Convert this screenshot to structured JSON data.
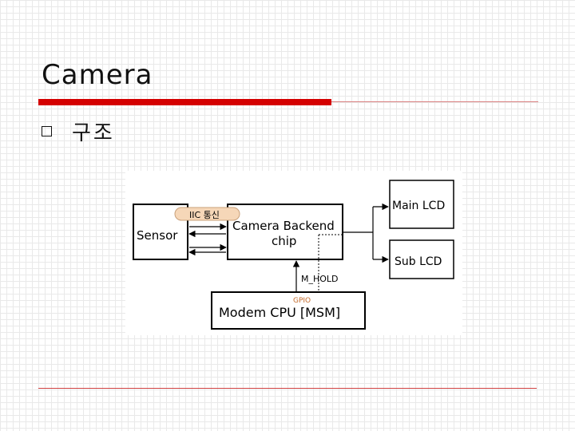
{
  "slide": {
    "title": "Camera",
    "bullet": "구조"
  },
  "diagram": {
    "blocks": {
      "sensor": "Sensor",
      "backend_line1": "Camera Backend",
      "backend_line2": "chip",
      "main_lcd": "Main LCD",
      "sub_lcd": "Sub LCD",
      "modem": "Modem CPU [MSM]"
    },
    "labels": {
      "iic": "IIC 통신",
      "hold": "M_HOLD",
      "gpio": "GPIO"
    },
    "colors": {
      "iic_label_bg": "#f6d7b8",
      "gpio_text": "#c46a2a",
      "accent_red": "#d40000"
    }
  }
}
